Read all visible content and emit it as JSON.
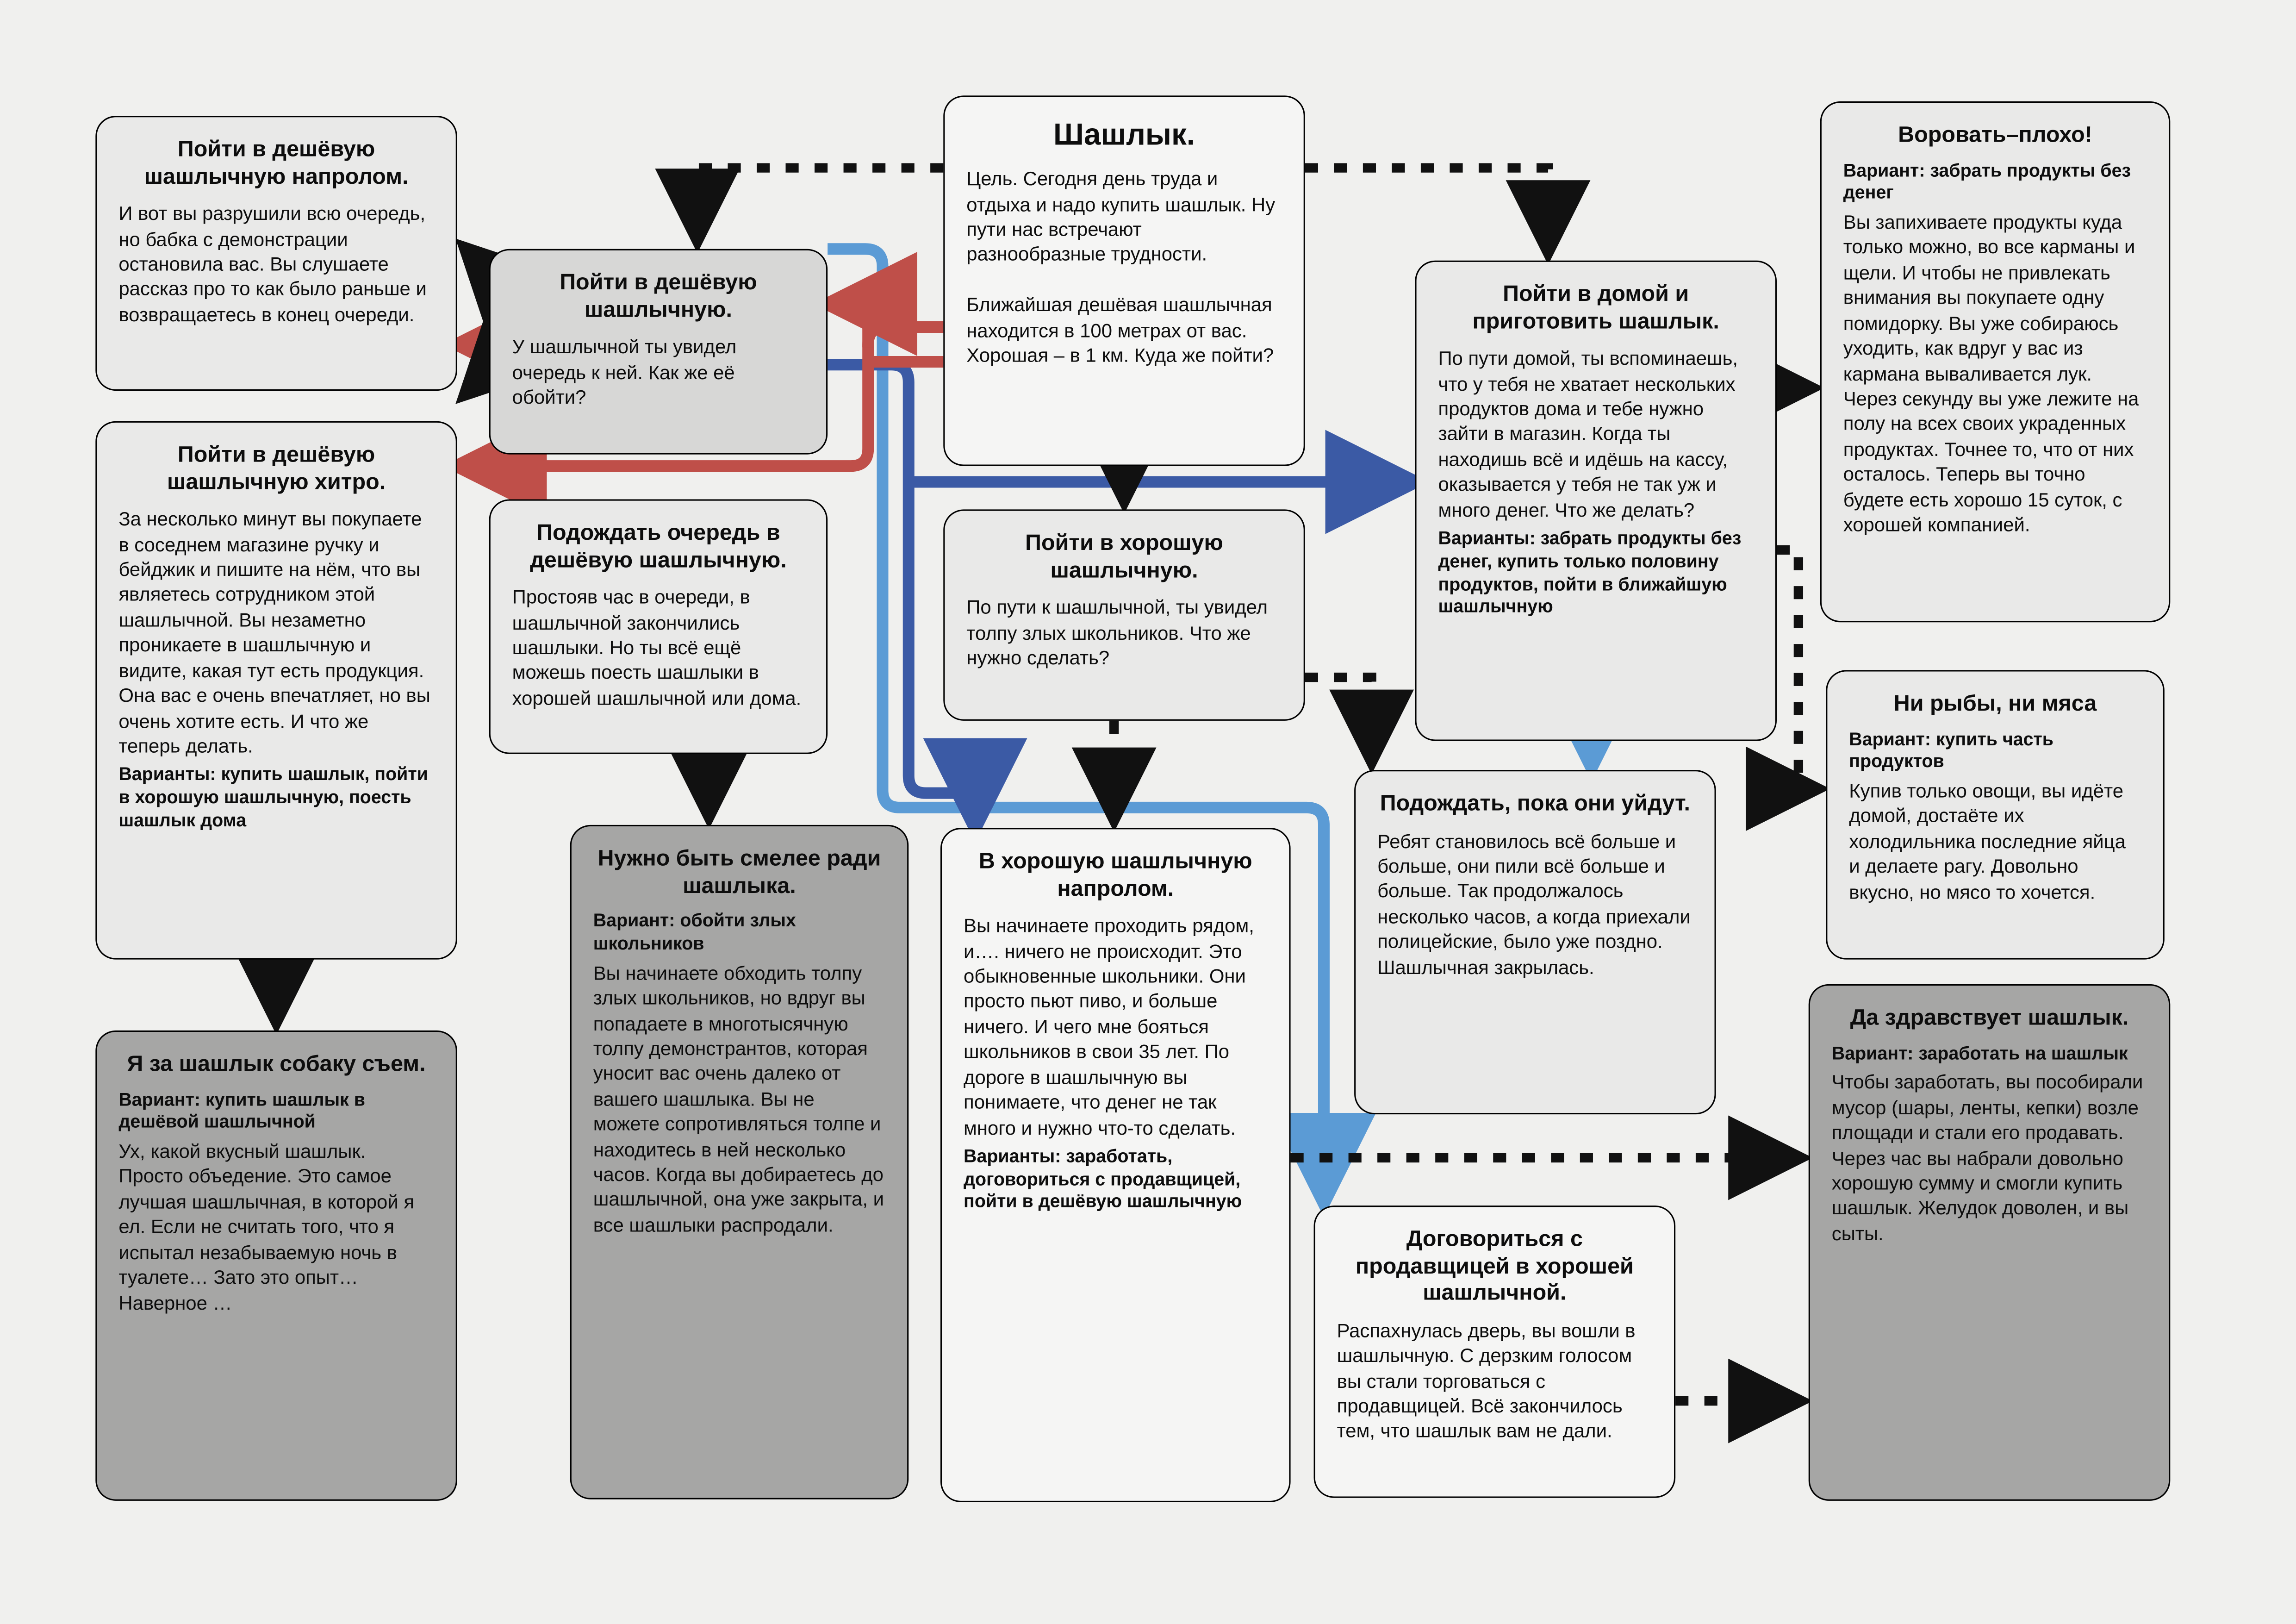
{
  "palette": {
    "background": "#f0f0ee",
    "node_light": "#e9e9e8",
    "node_white": "#f5f5f4",
    "node_medium": "#d7d7d6",
    "node_dark": "#a6a6a5",
    "border": "#000000",
    "line_black": "#111111",
    "line_red": "#bf4f49",
    "line_dark_blue": "#3b5aa5",
    "line_light_blue": "#5b9bd5"
  },
  "nodes": [
    {
      "id": "start",
      "title": "Шашлык.",
      "body": "Цель.  Сегодня день труда и отдыха и надо купить шашлык. Ну пути нас встречают разнообразные трудности.\n\nБлижайшая дешёвая шашлычная находится в 100 метрах от вас. Хорошая – в 1 км. Куда же пойти?"
    },
    {
      "id": "cheap-bold-outcome",
      "title": "Пойти в дешёвую шашлычную напролом.",
      "body": "И вот вы разрушили всю очередь, но бабка с демонстрации остановила вас. Вы слушаете рассказ про то как было раньше и возвращаетесь в конец очереди."
    },
    {
      "id": "cheap-clever-outcome",
      "title": "Пойти в дешёвую шашлычную хитро.",
      "body": "За несколько минут вы покупаете в соседнем магазине ручку и бейджик и пишите на нём, что вы являетесь сотрудником этой шашлычной. Вы незаметно проникаете в шашлычную и видите, какая тут есть продукция. Она вас е очень впечатляет, но вы очень хотите есть. И что же теперь делать.",
      "footer": "Варианты: купить шашлык, пойти в хорошую шашлычную, поесть шашлык дома"
    },
    {
      "id": "dog-eat-ending",
      "title": "Я за шашлык собаку съем.",
      "variant": "Вариант: купить шашлык в дешёвой шашлычной",
      "body": "Ух, какой вкусный шашлык. Просто объедение. Это самое лучшая шашлычная, в которой я ел. Если не считать того, что я испытал незабываемую ночь в туалете… Зато это опыт… Наверное …"
    },
    {
      "id": "cheap-choice",
      "title": "Пойти в дешёвую шашлычную.",
      "body": "У шашлычной ты увидел очередь к ней. Как же её обойти?"
    },
    {
      "id": "wait-queue-outcome",
      "title": "Подождать очередь в дешёвую шашлычную.",
      "body": "Простояв час в очереди, в шашлычной закончились шашлыки. Но ты всё ещё можешь поесть шашлыки в хорошей шашлычной или дома."
    },
    {
      "id": "good-choice",
      "title": "Пойти в хорошую шашлычную.",
      "body": "По пути к шашлычной, ты увидел толпу злых школьников. Что же нужно сделать?"
    },
    {
      "id": "brave-outcome",
      "title": "Нужно быть смелее ради шашлыка.",
      "variant": "Вариант: обойти злых школьников",
      "body": "Вы начинаете обходить толпу злых школьников, но вдруг вы попадаете в многотысячную толпу демонстрантов, которая уносит вас очень далеко от вашего шашлыка. Вы не можете сопротивляться толпе и находитесь в ней несколько часов. Когда вы добираетесь до шашлычной, она уже закрыта, и все шашлыки распродали."
    },
    {
      "id": "good-bold-outcome",
      "title": "В хорошую шашлычную напролом.",
      "body": "Вы начинаете проходить рядом, и…. ничего не происходит. Это обыкновенные школьники. Они просто пьют пиво, и больше ничего. И чего мне бояться школьников в свои 35 лет. По дороге в шашлычную вы понимаете, что денег не так много и нужно что-то сделать.",
      "footer": "Варианты: заработать, договориться с продавщицей, пойти в дешёвую шашлычную"
    },
    {
      "id": "home-choice",
      "title": "Пойти в домой и приготовить шашлык.",
      "body": "По пути домой, ты вспоминаешь, что у тебя не хватает нескольких продуктов дома и тебе нужно зайти в магазин. Когда ты находишь всё и идёшь на кассу, оказывается у тебя не так уж и много денег. Что же делать?",
      "footer": "Варианты: забрать продукты без денег, купить только половину продуктов, пойти в ближайшую шашлычную"
    },
    {
      "id": "wait-kids-outcome",
      "title": "Подождать, пока они уйдут.",
      "body": "Ребят становилось всё больше и больше, они пили всё больше и больше. Так продолжалось несколько часов, а когда приехали полицейские, было уже поздно. Шашлычная закрылась."
    },
    {
      "id": "bargain-ending",
      "title": "Договориться с продавщицей в хорошей шашлычной.",
      "body": "Распахнулась дверь, вы вошли в шашлычную. С дерзким голосом вы стали торговаться с продавщицей. Всё закончилось тем, что шашлык вам не дали."
    },
    {
      "id": "steal-ending",
      "title": "Воровать–плохо!",
      "variant": "Вариант: забрать продукты без денег",
      "body": "Вы запихиваете продукты куда только можно, во все карманы и щели. И чтобы не привлекать внимания вы покупаете одну помидорку. Вы уже собираюсь уходить, как вдруг у вас из кармана вываливается лук. Через секунду вы уже лежите на полу на всех своих украденных продуктах. Точнее то, что от них осталось. Теперь вы точно будете есть хорошо 15 суток, с хорошей компанией."
    },
    {
      "id": "half-products-ending",
      "title": "Ни рыбы, ни мяса",
      "variant": "Вариант: купить часть продуктов",
      "body": "Купив только овощи, вы идёте домой, достаёте их холодильника последние яйца и делаете рагу. Довольно вкусно, но мясо то хочется."
    },
    {
      "id": "earn-ending",
      "title": "Да здравствует шашлык.",
      "variant": "Вариант: заработать на шашлык",
      "body": "Чтобы заработать, вы пособирали мусор (шары, ленты, кепки) возле площади и стали его продавать. Через час вы набрали довольно хорошую сумму и смогли купить шашлык. Желудок доволен, и вы сыты."
    }
  ]
}
